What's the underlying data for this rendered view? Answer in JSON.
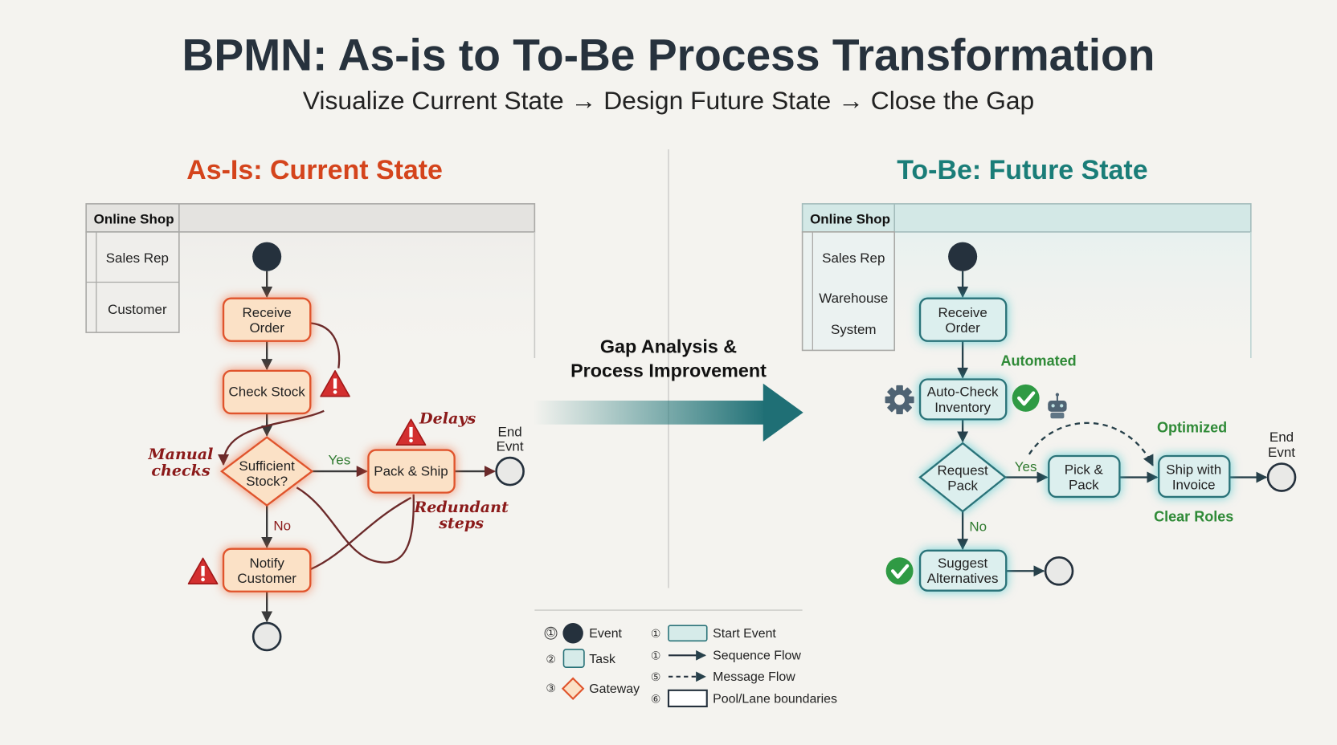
{
  "header": {
    "title": "BPMN: As-is to To-Be Process Transformation",
    "subtitle": "Visualize Current State → Design Future State → Close the Gap"
  },
  "colors": {
    "as_is": "#d4441c",
    "to_be": "#1a7d78",
    "warning": "#d32f2f",
    "ok": "#2f9a44"
  },
  "as_is": {
    "heading": "As-Is: Current State",
    "pool": "Online Shop",
    "lanes": [
      "Sales Rep",
      "Customer"
    ],
    "tasks": {
      "receive": [
        "Receive",
        "Order"
      ],
      "check": "Check Stock",
      "gateway": [
        "Sufficient",
        "Stock?"
      ],
      "pack": "Pack & Ship",
      "notify": [
        "Notify",
        "Customer"
      ]
    },
    "yes": "Yes",
    "no": "No",
    "end_event": [
      "End",
      "Evnt"
    ],
    "notes": {
      "delays": "Delays",
      "manual": [
        "Manual",
        "checks"
      ],
      "redundant": [
        "Redundant",
        "steps"
      ]
    }
  },
  "gap": {
    "line1": "Gap Analysis &",
    "line2": "Process Improvement"
  },
  "to_be": {
    "heading": "To-Be: Future State",
    "pool": "Online Shop",
    "lanes": [
      "Sales Rep",
      "Warehouse",
      "System"
    ],
    "tasks": {
      "receive": [
        "Receive",
        "Order"
      ],
      "auto": [
        "Auto-Check",
        "Inventory"
      ],
      "gateway": [
        "Request",
        "Pack"
      ],
      "pick": [
        "Pick &",
        "Pack"
      ],
      "ship": [
        "Ship with",
        "Invoice"
      ],
      "suggest": [
        "Suggest",
        "Alternatives"
      ]
    },
    "yes": "Yes",
    "no": "No",
    "end_event": [
      "End",
      "Evnt"
    ],
    "notes": {
      "automated": "Automated",
      "optimized": "Optimized",
      "clear": "Clear Roles"
    }
  },
  "legend": {
    "left": [
      {
        "num": "①",
        "label": "Event"
      },
      {
        "num": "②",
        "label": "Task"
      },
      {
        "num": "③",
        "label": "Gateway"
      }
    ],
    "right": [
      {
        "num": "①",
        "label": "Start Event"
      },
      {
        "num": "①",
        "label": "Sequence Flow"
      },
      {
        "num": "⑤",
        "label": "Message Flow"
      },
      {
        "num": "⑥",
        "label": "Pool/Lane boundaries"
      }
    ]
  }
}
